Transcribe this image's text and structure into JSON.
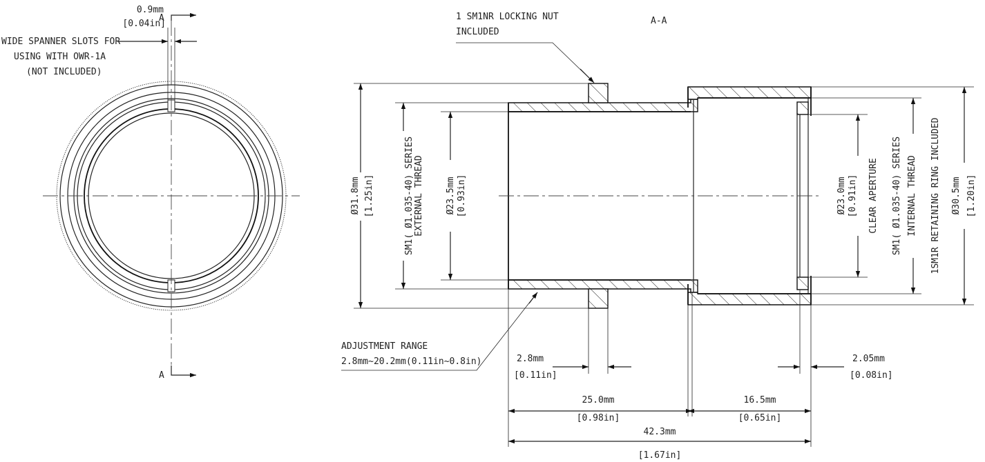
{
  "left_view": {
    "section_label_top": "A",
    "section_label_bottom": "A",
    "slot_dim_mm": "0.9mm",
    "slot_dim_in": "[0.04in]",
    "slot_note_1": "WIDE SPANNER SLOTS FOR",
    "slot_note_2": "USING WITH OWR-1A",
    "slot_note_3": "(NOT INCLUDED)"
  },
  "section_view": {
    "title": "A-A",
    "nut_note_1": "1 SM1NR LOCKING NUT",
    "nut_note_2": "INCLUDED",
    "adjust_note_1": "ADJUSTMENT RANGE",
    "adjust_note_2": "2.8mm~20.2mm(0.11in~0.8in)"
  },
  "dimensions": {
    "outer_dia_mm": "Ø31.8mm",
    "outer_dia_in": "[1.25in]",
    "ext_thread_1": "SM1( Ø1.035-40) SERIES",
    "ext_thread_2": "EXTERNAL THREAD",
    "inner_dia_mm": "Ø23.5mm",
    "inner_dia_in": "[0.93in]",
    "aperture_mm": "Ø23.0mm",
    "aperture_in": "[0.91in]",
    "aperture_label": "CLEAR APERTURE",
    "int_thread_1": "SM1( Ø1.035-40) SERIES",
    "int_thread_2": "INTERNAL THREAD",
    "int_thread_3": "1SM1R RETAINING RING INCLUDED",
    "right_dia_mm": "Ø30.5mm",
    "right_dia_in": "[1.20in]",
    "nut_w_mm": "2.8mm",
    "nut_w_in": "[0.11in]",
    "ring_w_mm": "2.05mm",
    "ring_w_in": "[0.08in]",
    "tube_len_mm": "25.0mm",
    "tube_len_in": "[0.98in]",
    "housing_len_mm": "16.5mm",
    "housing_len_in": "[0.65in]",
    "total_len_mm": "42.3mm",
    "total_len_in": "[1.67in]"
  }
}
